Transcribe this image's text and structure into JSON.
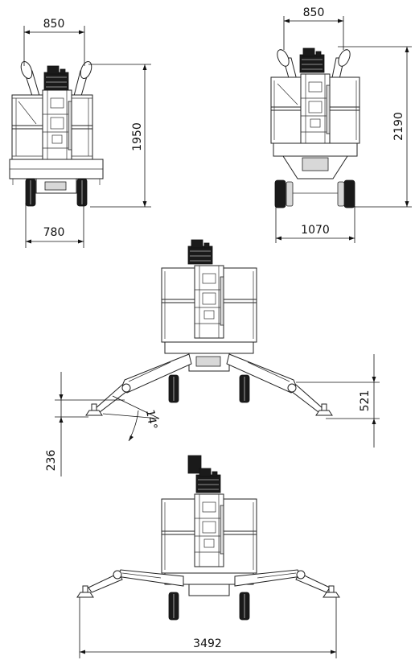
{
  "dimensions": {
    "front_width_top": "850",
    "front_height": "1950",
    "front_width_bottom": "780",
    "rear_width_top": "850",
    "rear_height": "2190",
    "rear_width_bottom": "1070",
    "outrigger_lift": "521",
    "ground_clearance": "236",
    "outrigger_angle": "14°",
    "outrigger_span": "3492"
  }
}
